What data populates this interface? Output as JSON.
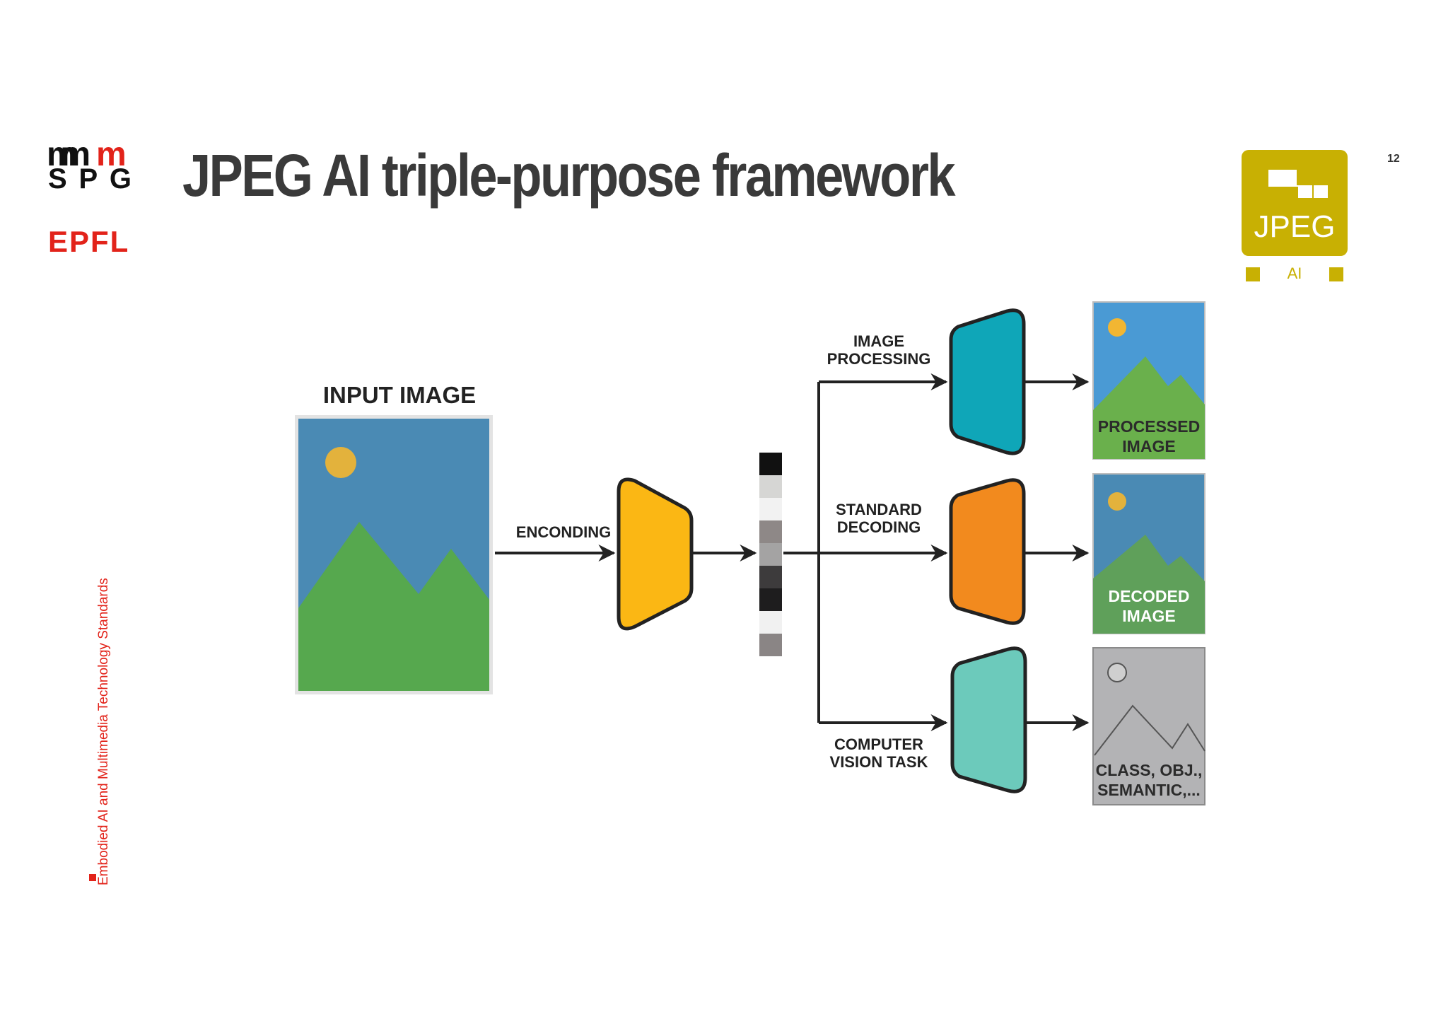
{
  "slide": {
    "title": "JPEG AI triple-purpose framework",
    "page_number": "12",
    "side_footer": "Embodied AI and Multimedia Technology Standards"
  },
  "logos": {
    "mmspg_line1": "mm",
    "mmspg_line2": "SPG",
    "epfl": "EPFL",
    "jpeg_text": "JPEG",
    "jpeg_ai": "AI"
  },
  "diagram": {
    "input_label": "INPUT IMAGE",
    "encoding_label": "ENCONDING",
    "branches": [
      {
        "label_line1": "IMAGE",
        "label_line2": "PROCESSING",
        "output_line1": "PROCESSED",
        "output_line2": "IMAGE",
        "decoder_color": "#0fa6b8",
        "output_color": "#6ab04c"
      },
      {
        "label_line1": "STANDARD",
        "label_line2": "DECODING",
        "output_line1": "DECODED",
        "output_line2": "IMAGE",
        "decoder_color": "#f28a1e",
        "output_color": "#5fa05a"
      },
      {
        "label_line1": "COMPUTER",
        "label_line2": "VISION TASK",
        "output_line1": "CLASS, OBJ.,",
        "output_line2": "SEMANTIC,...",
        "decoder_color": "#6ccabb",
        "output_color": "#b3b3b5"
      }
    ],
    "encoder_color": "#fbb714",
    "latent_colors": [
      "#111111",
      "#d6d6d4",
      "#f2f2f2",
      "#8e8887",
      "#a4a3a3",
      "#3d3b3c",
      "#1e1d1e",
      "#f1f1f1",
      "#8a8585"
    ]
  },
  "colors": {
    "epfl_red": "#e2231a",
    "jpeg_gold": "#c8b003",
    "sky_blue": "#4a8ab4",
    "mountain_green": "#56a84e",
    "sun": "#e3b23c"
  }
}
